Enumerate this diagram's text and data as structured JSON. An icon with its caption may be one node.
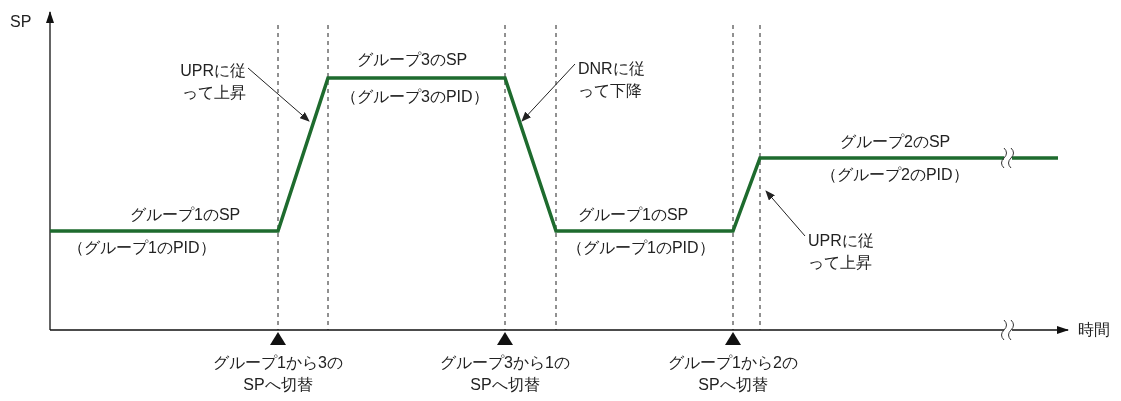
{
  "diagram": {
    "nodes": [
      {
        "text": [
          "UPRに従って上昇"
        ]
      },
      {
        "text": [
          "DNRに従って下降"
        ]
      },
      {
        "text": [
          "UPRに従って上昇"
        ]
      }
    ],
    "edges": [
      {
        "from": 0,
        "to": null,
        "arrow": "to"
      },
      {
        "from": 1,
        "to": null,
        "arrow": "to"
      },
      {
        "from": 2,
        "to": null,
        "arrow": "to"
      }
    ],
    "labels": [
      "SP",
      "グループ3のSP",
      "（グループ3のPID）",
      "グループ2のSP",
      "（グループ2のPID）",
      "グループ1のSP",
      "（グループ1のPID）",
      "グループ1のSP",
      "（グループ1のPID）",
      "時間",
      "グループ1から3のSPへ切替",
      "グループ3から1のSPへ切替",
      "グループ1から2のSPへ切替"
    ]
  }
}
